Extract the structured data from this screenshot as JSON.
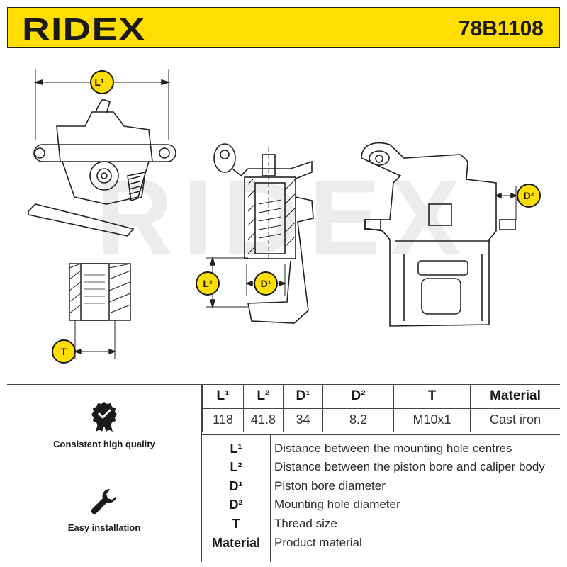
{
  "header": {
    "brand": "RIDEX",
    "part_number": "78B1108",
    "accent_color": "#ffde00"
  },
  "drawing": {
    "watermark": "RIDEX",
    "labels": {
      "l1": "L¹",
      "l2": "L²",
      "d1": "D¹",
      "d2": "D²",
      "t": "T"
    }
  },
  "features": [
    {
      "icon": "quality-badge-icon",
      "caption": "Consistent high quality"
    },
    {
      "icon": "wrench-icon",
      "caption": "Easy installation"
    }
  ],
  "specs": {
    "headers": [
      "L¹",
      "L²",
      "D¹",
      "D²",
      "T",
      "Material"
    ],
    "values": [
      "118",
      "41.8",
      "34",
      "8.2",
      "M10x1",
      "Cast iron"
    ]
  },
  "legend": [
    {
      "key": "L¹",
      "desc": "Distance between the mounting hole centres"
    },
    {
      "key": "L²",
      "desc": "Distance between the piston bore and caliper body"
    },
    {
      "key": "D¹",
      "desc": "Piston bore diameter"
    },
    {
      "key": "D²",
      "desc": "Mounting hole diameter"
    },
    {
      "key": "T",
      "desc": "Thread size"
    },
    {
      "key": "Material",
      "desc": "Product material"
    }
  ]
}
